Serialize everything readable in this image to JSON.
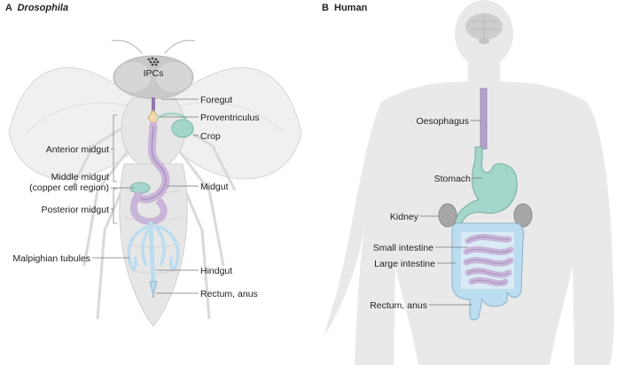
{
  "panel_a": {
    "letter": "A",
    "title": "Drosophila",
    "labels": {
      "ipcs": "IPCs",
      "foregut": "Foregut",
      "proventriculus": "Proventriculus",
      "crop": "Crop",
      "anterior_midgut": "Anterior midgut",
      "middle_midgut_1": "Middle midgut",
      "middle_midgut_2": "(copper cell region)",
      "midgut": "Midgut",
      "posterior_midgut": "Posterior midgut",
      "malpighian_tubules": "Malpighian tubules",
      "hindgut": "Hindgut",
      "rectum_anus": "Rectum, anus"
    }
  },
  "panel_b": {
    "letter": "B",
    "title": "Human",
    "labels": {
      "oesophagus": "Oesophagus",
      "stomach": "Stomach",
      "kidney": "Kidney",
      "small_intestine": "Small intestine",
      "large_intestine": "Large intestine",
      "rectum_anus": "Rectum, anus"
    }
  },
  "colors": {
    "body_fill": "#e8e8e8",
    "brain_fill": "#c9c9c9",
    "foregut_purple": "#b4a0cc",
    "crop_teal": "#a5d6cc",
    "hindgut_blue": "#bcdcef",
    "kidney_gray": "#a7a7a7",
    "small_intestine_purple": "#c9b5d9"
  }
}
